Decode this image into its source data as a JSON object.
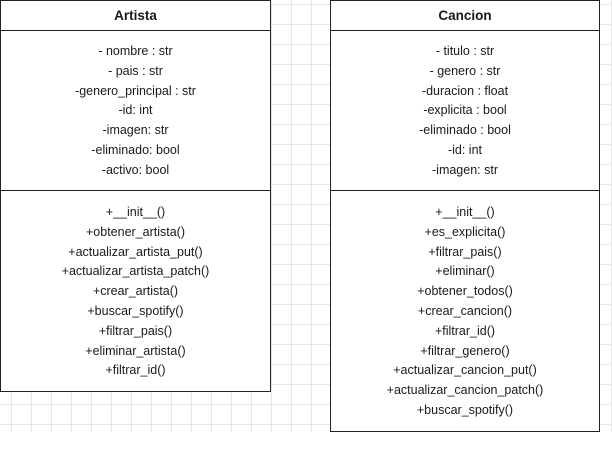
{
  "classes": {
    "artista": {
      "name": "Artista",
      "attributes": [
        "- nombre : str",
        "- pais : str",
        "-genero_principal : str",
        "-id: int",
        "-imagen: str",
        "-eliminado: bool",
        "-activo: bool"
      ],
      "methods": [
        "+__init__()",
        "+obtener_artista()",
        "+actualizar_artista_put()",
        "+actualizar_artista_patch()",
        "+crear_artista()",
        "+buscar_spotify()",
        "+filtrar_pais()",
        "+eliminar_artista()",
        "+filtrar_id()"
      ]
    },
    "cancion": {
      "name": "Cancion",
      "attributes": [
        "- titulo : str",
        "- genero : str",
        "-duracion : float",
        "-explicita : bool",
        "-eliminado : bool",
        "-id: int",
        "-imagen: str"
      ],
      "methods": [
        "+__init__()",
        "+es_explicita()",
        "+filtrar_pais()",
        "+eliminar()",
        "+obtener_todos()",
        "+crear_cancion()",
        "+filtrar_id()",
        "+filtrar_genero()",
        "+actualizar_cancion_put()",
        "+actualizar_cancion_patch()",
        "+buscar_spotify()"
      ]
    }
  }
}
